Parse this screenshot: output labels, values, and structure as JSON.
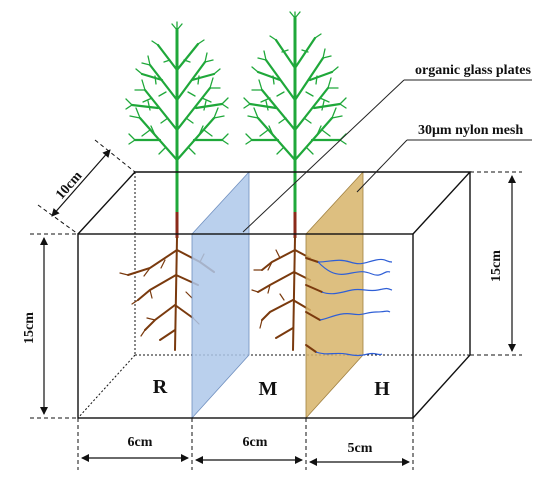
{
  "labels": {
    "plates": "organic glass plates",
    "mesh": "30μm nylon mesh",
    "depth": "10cm",
    "height_left": "15cm",
    "height_right": "15cm",
    "width_r": "6cm",
    "width_m": "6cm",
    "width_h": "5cm",
    "zone_r": "R",
    "zone_m": "M",
    "zone_h": "H"
  },
  "colors": {
    "glass_plate": "#aec8ea",
    "nylon_mesh": "#d7b46a",
    "shoot": "#1fa83a",
    "root": "#7a3a0e",
    "hyphae": "#2f5fd6"
  }
}
